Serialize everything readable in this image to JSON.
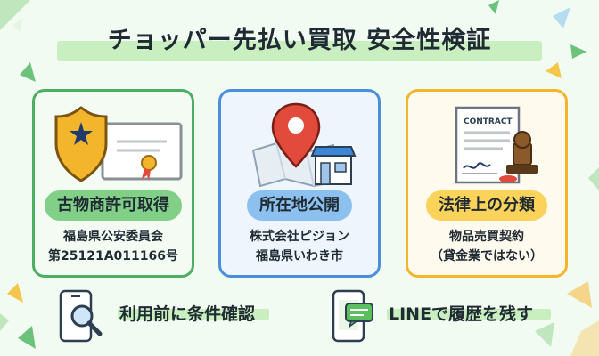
{
  "title": "チョッパー先払い買取 安全性検証",
  "cards": [
    {
      "label": "古物商許可取得",
      "line1": "福島県公安委員会",
      "line2": "第25121A011166号"
    },
    {
      "label": "所在地公開",
      "line1": "株式会社ピジョン",
      "line2": "福島県いわき市"
    },
    {
      "label": "法律上の分類",
      "line1": "物品売買契約",
      "line2": "（貸金業ではない）"
    }
  ],
  "contract_text": "CONTRACT",
  "bottom": [
    {
      "label": "利用前に条件確認"
    },
    {
      "label": "LINEで履歴を残す"
    }
  ],
  "colors": {
    "green": "#4cae62",
    "blue": "#4a8fd9",
    "yellow": "#f2b52c",
    "highlight": "#c9efc0"
  }
}
